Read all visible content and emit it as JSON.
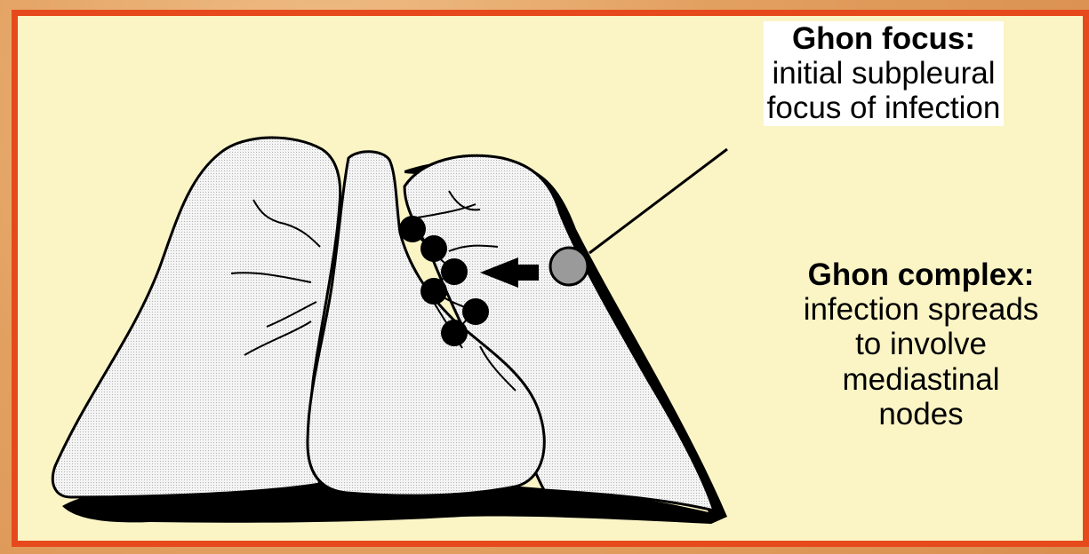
{
  "ghon_focus": {
    "title": "Ghon focus:",
    "line1": "initial subpleural",
    "line2": "focus of infection"
  },
  "ghon_complex": {
    "title": "Ghon complex:",
    "line1": "infection spreads",
    "line2": "to involve",
    "line3": "mediastinal",
    "line4": "nodes"
  },
  "colors": {
    "border": "#e64a1c",
    "panel": "#fbf5c6",
    "lung_fill": "#f1f1f1",
    "focus_fill": "#9a9a9a",
    "node_fill": "#000000"
  }
}
